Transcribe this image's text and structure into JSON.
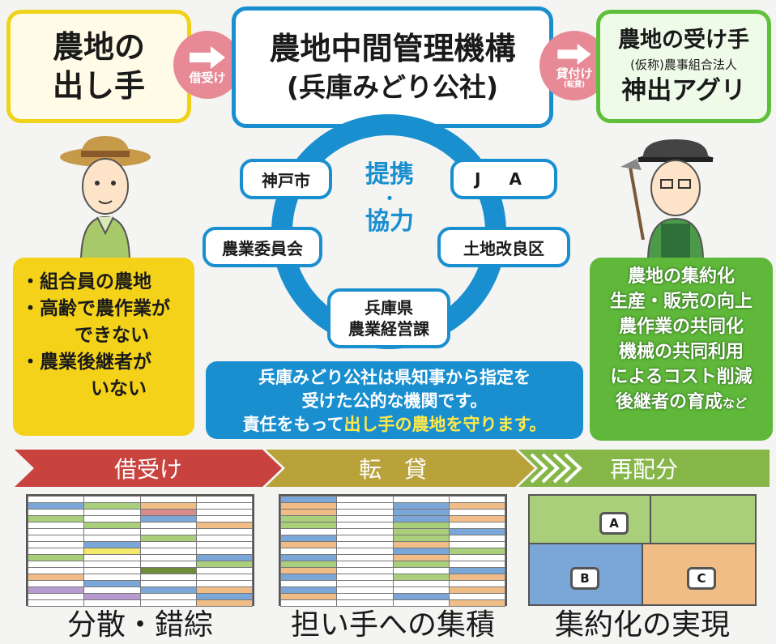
{
  "giver": {
    "line1": "農地の",
    "line2": "出し手"
  },
  "org": {
    "line1": "農地中間管理機構",
    "line2": "(兵庫みどり公社)"
  },
  "receiver": {
    "line1": "農地の受け手",
    "line2": "(仮称)農事組合法人",
    "line3": "神出アグリ"
  },
  "arrow_left": {
    "label": "借受け"
  },
  "arrow_right": {
    "label": "貸付け",
    "sub": "(転貸)"
  },
  "partners": {
    "kobe": "神戸市",
    "ja": "J A",
    "committee": "農業委員会",
    "land": "土地改良区",
    "pref_line1": "兵庫県",
    "pref_line2": "農業経営課"
  },
  "cooperation": {
    "line1": "提携",
    "dot": "・",
    "line2": "協力"
  },
  "giver_points": [
    "・組合員の農地",
    "・高齢で農作業が",
    "できない",
    "・農業後継者が",
    "いない"
  ],
  "benefits": [
    "農地の集約化",
    "生産・販売の向上",
    "農作業の共同化",
    "機械の共同利用",
    "によるコスト削減",
    "後継者の育成"
  ],
  "benefits_suffix": "など",
  "note": {
    "line1": "兵庫みどり公社は県知事から指定を",
    "line2": "受けた公的な機関です。",
    "line3_plain": "責任をもって",
    "line3_highlight": "出し手の農地を守ります。"
  },
  "stages": [
    "借受け",
    "転　貸",
    "再配分"
  ],
  "captions": [
    "分散・錯綜",
    "担い手への集積",
    "集約化の実現"
  ],
  "plots": [
    "A",
    "B",
    "C"
  ],
  "colors": {
    "blue": "#1a8fd0",
    "yellow": "#f0d21a",
    "green": "#5fbf3a",
    "pink": "#e78a96"
  }
}
